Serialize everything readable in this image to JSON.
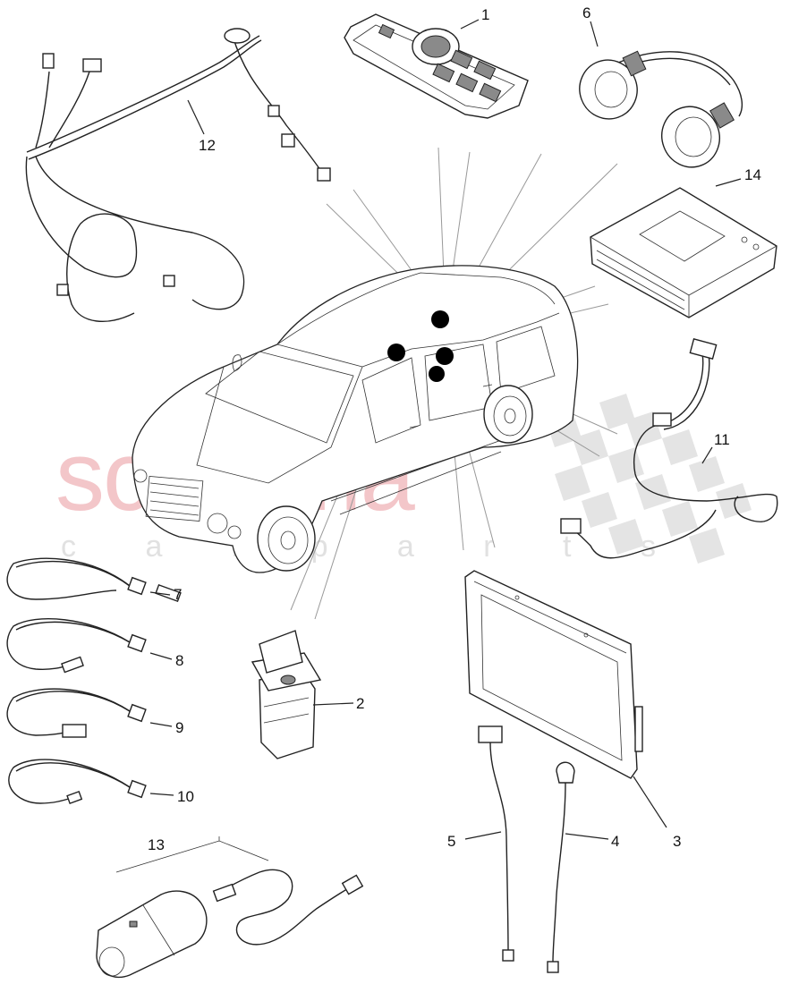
{
  "watermark": {
    "main": "scuderia",
    "sub": "c a r p a r t s"
  },
  "callouts": {
    "c1": "1",
    "c2": "2",
    "c3": "3",
    "c4": "4",
    "c5": "5",
    "c6": "6",
    "c7": "7",
    "c8": "8",
    "c9": "9",
    "c10": "10",
    "c11": "11",
    "c12": "12",
    "c13": "13",
    "c14": "14"
  }
}
